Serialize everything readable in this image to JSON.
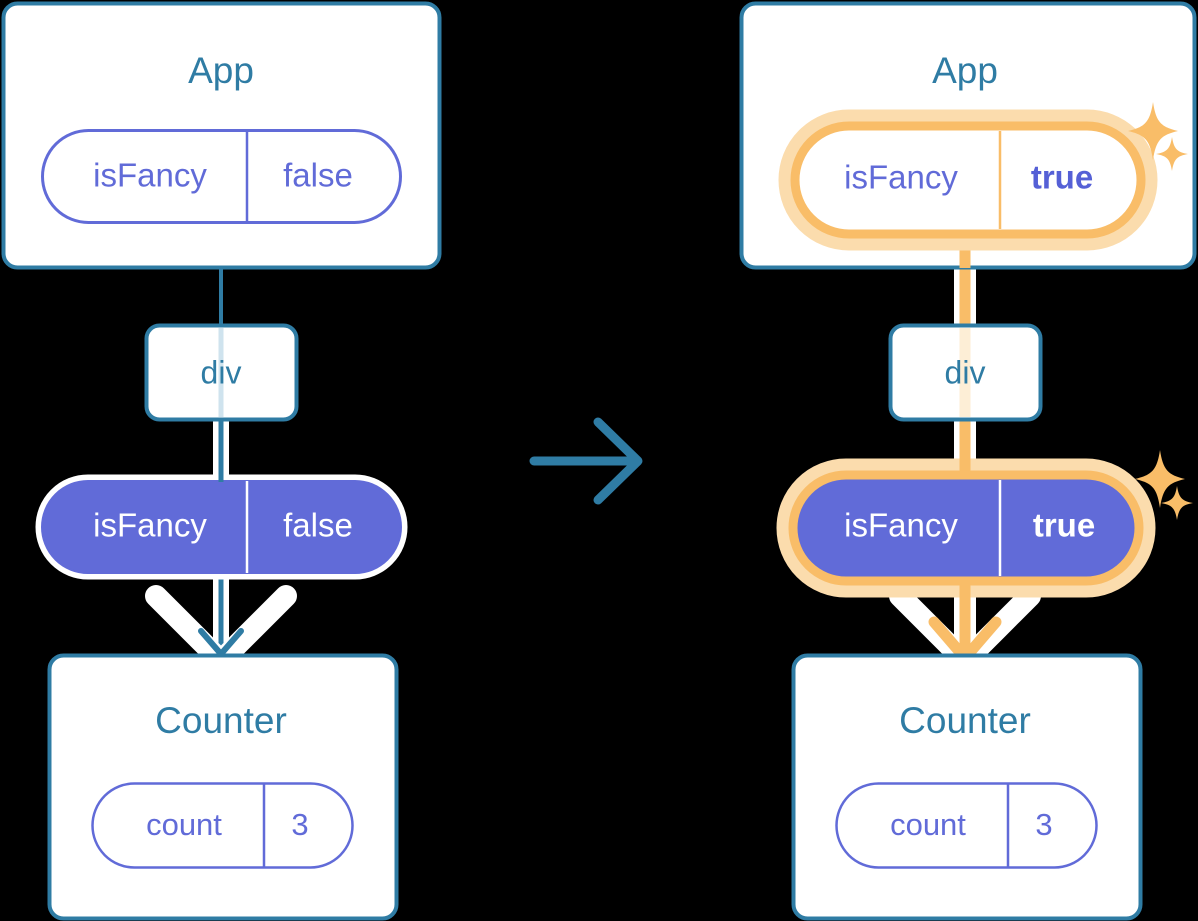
{
  "meta": {
    "title": "React state lifting diagram",
    "background_color": "#000000"
  },
  "colors": {
    "component_border": "#2f7ca4",
    "component_text": "#2f7ca4",
    "component_fill": "#ffffff",
    "pill_purple_fill": "#616bd8",
    "pill_purple_stroke": "#616bd8",
    "pill_text_white": "#ffffff",
    "pill_text_purple": "#616bd8",
    "highlight_orange": "#f9bd68",
    "highlight_orange_halo": "#fbdcad",
    "connector_blue": "#2f7ca4",
    "connector_halo_white": "#ffffff",
    "transition_arrow": "#2f7ca4"
  },
  "panels": [
    {
      "id": "before",
      "name": "before-state",
      "root": {
        "name": "App",
        "label": "App",
        "pill": {
          "key": "isFancy",
          "value": "false",
          "style": "outline",
          "highlighted": false,
          "bold_value": false
        }
      },
      "middle": {
        "name": "div",
        "label": "div"
      },
      "props_pill": {
        "key": "isFancy",
        "value": "false",
        "style": "filled",
        "highlighted": false,
        "bold_value": false
      },
      "child": {
        "name": "Counter",
        "label": "Counter",
        "pill": {
          "key": "count",
          "value": "3",
          "style": "outline",
          "highlighted": false,
          "bold_value": false
        }
      },
      "connector_color": "#2f7ca4",
      "sparkles": false
    },
    {
      "id": "after",
      "name": "after-state",
      "root": {
        "name": "App",
        "label": "App",
        "pill": {
          "key": "isFancy",
          "value": "true",
          "style": "outline",
          "highlighted": true,
          "bold_value": true
        }
      },
      "middle": {
        "name": "div",
        "label": "div"
      },
      "props_pill": {
        "key": "isFancy",
        "value": "true",
        "style": "filled",
        "highlighted": true,
        "bold_value": true
      },
      "child": {
        "name": "Counter",
        "label": "Counter",
        "pill": {
          "key": "count",
          "value": "3",
          "style": "outline",
          "highlighted": false,
          "bold_value": false
        }
      },
      "connector_color": "#f9bd68",
      "sparkles": true
    }
  ],
  "transition": {
    "name": "transition-arrow",
    "direction": "right",
    "color": "#2f7ca4"
  },
  "icons": {
    "sparkle_large": "sparkle-icon",
    "sparkle_small": "sparkle-small-icon",
    "arrow_right": "arrow-right-icon",
    "arrow_down": "arrow-down-icon"
  }
}
